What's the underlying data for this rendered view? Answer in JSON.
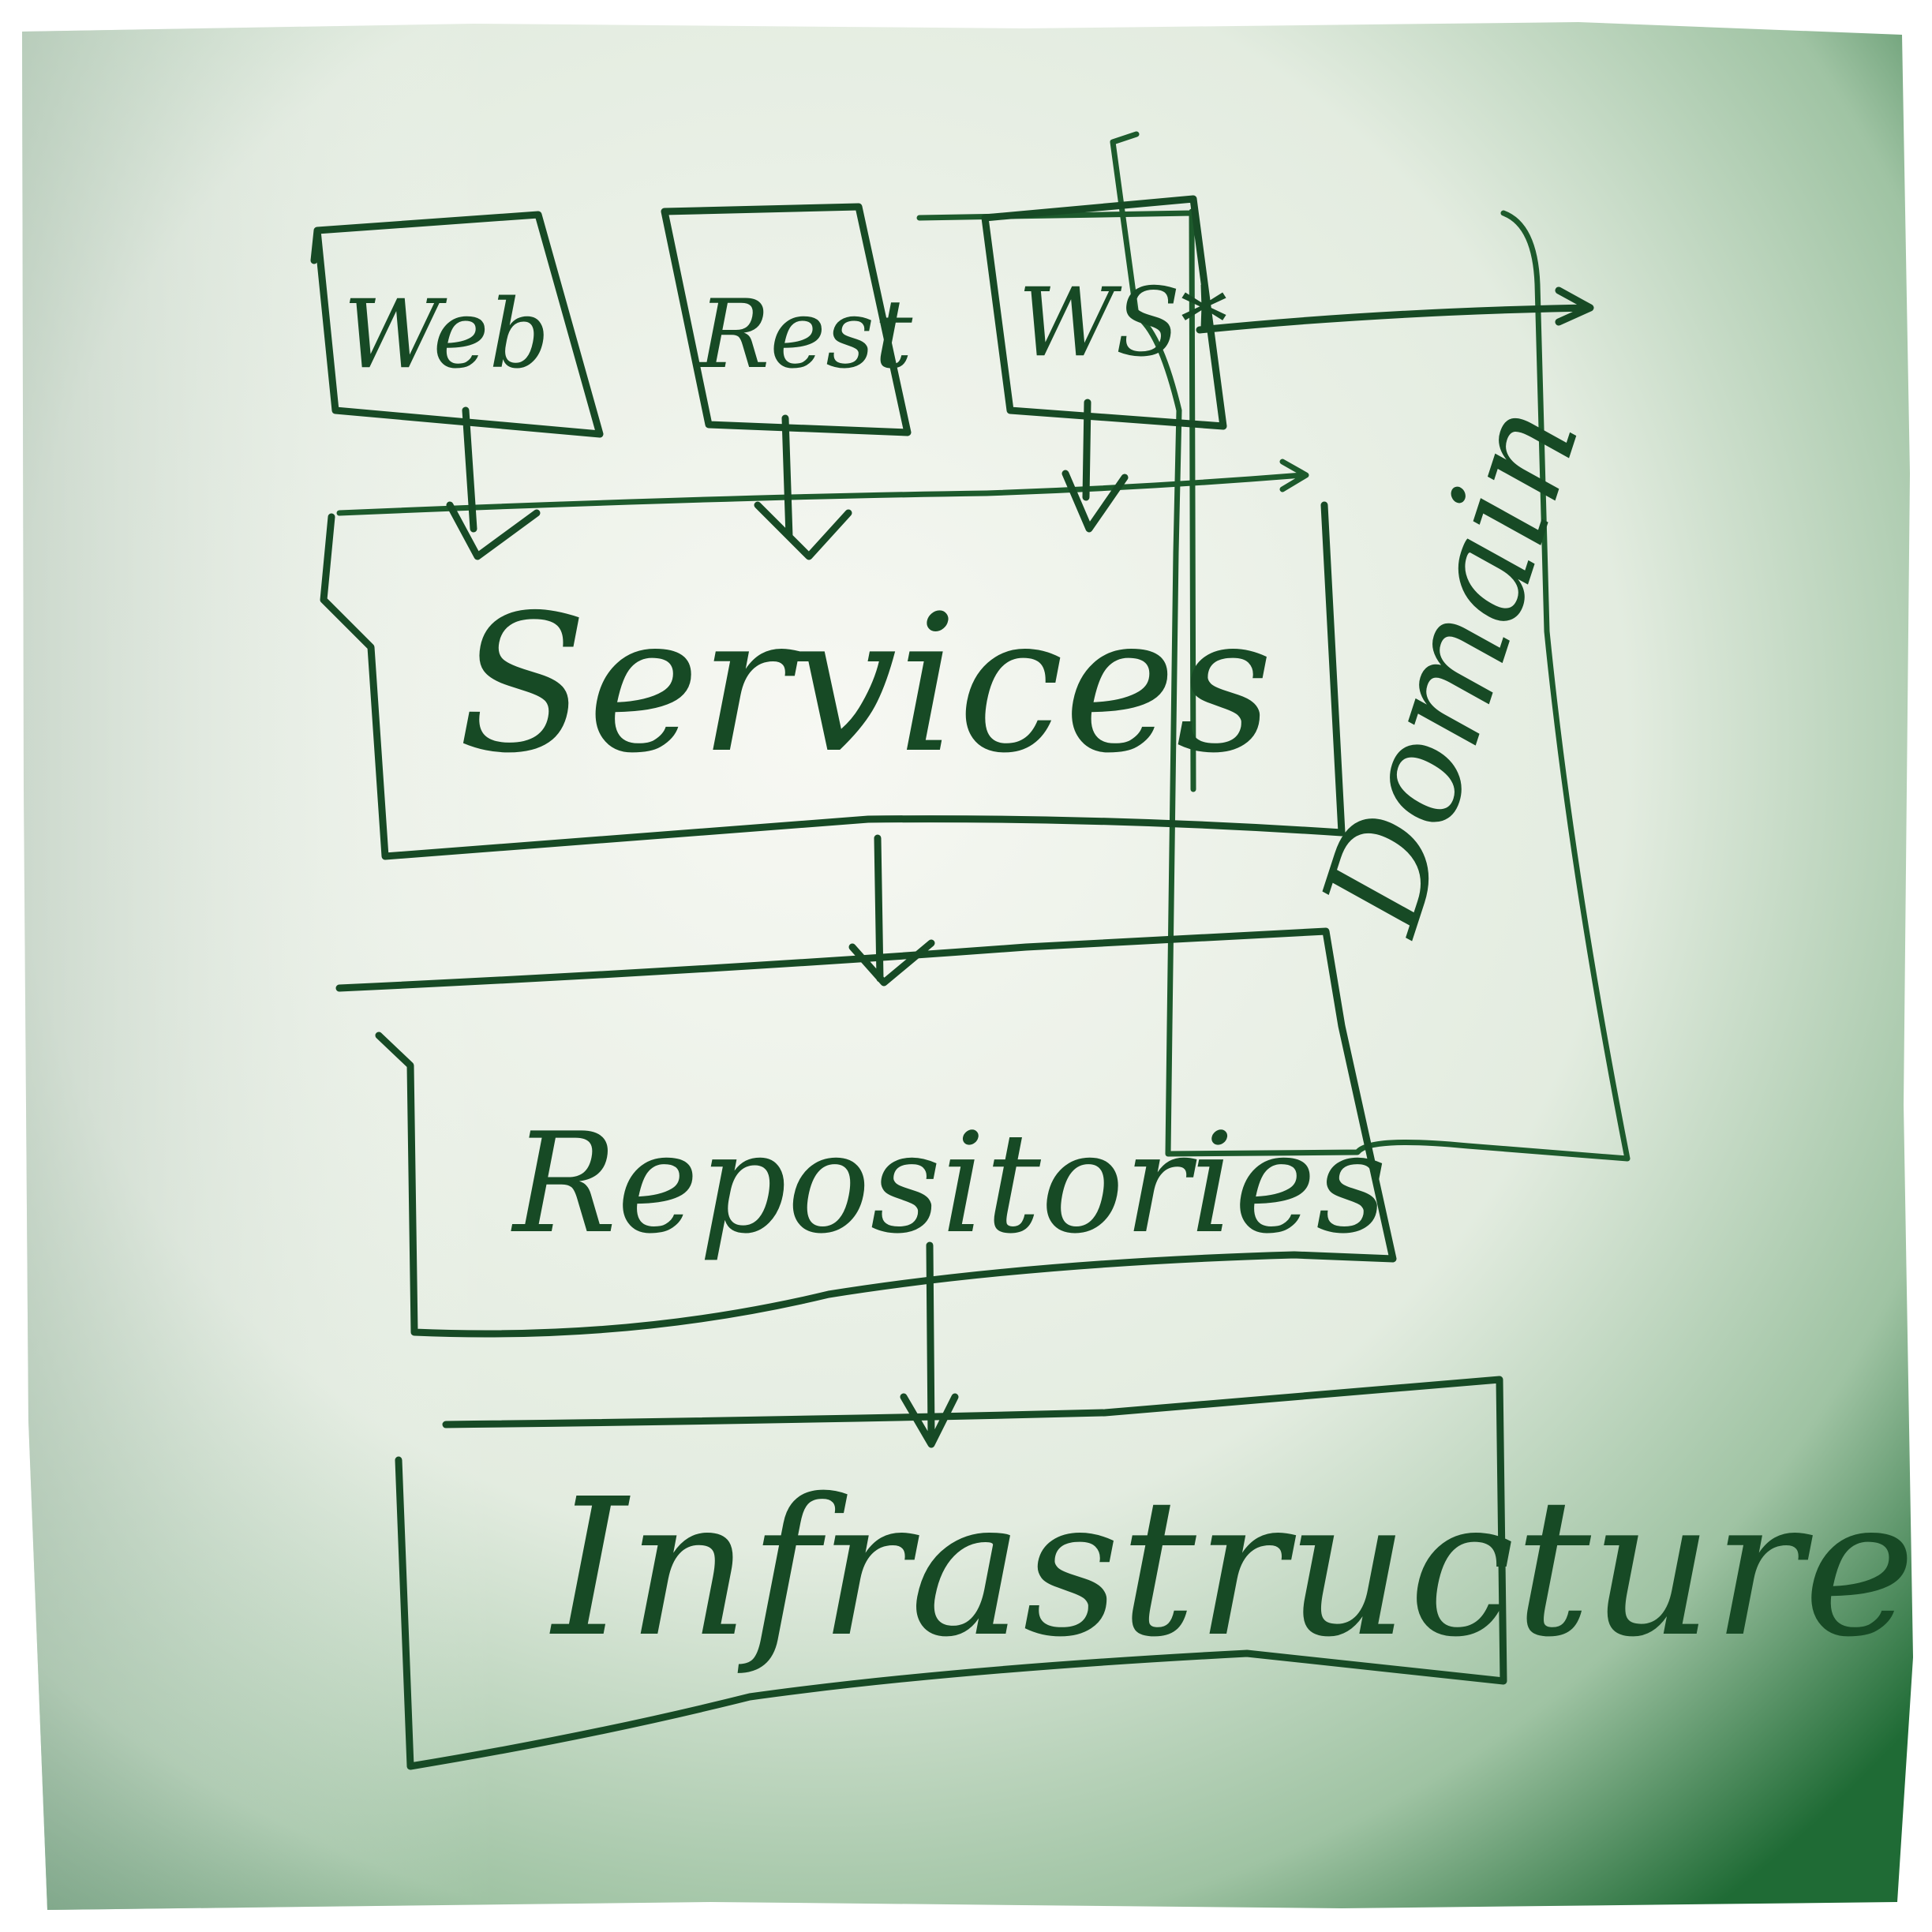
{
  "diagram": {
    "nodes": {
      "web": "Web",
      "rest": "Rest",
      "ws": "WS*",
      "services": "Services",
      "repositories": "Repositories",
      "infrastructure": "Infrastructure",
      "domain": "Domain"
    },
    "colors": {
      "ink": "#174a25",
      "paper": "#f4f6f1",
      "vignette": "#1f6b35"
    },
    "edges": [
      {
        "from": "Web",
        "to": "Services"
      },
      {
        "from": "Rest",
        "to": "Services"
      },
      {
        "from": "WS*",
        "to": "Services"
      },
      {
        "from": "Services",
        "to": "Repositories"
      },
      {
        "from": "Repositories",
        "to": "Infrastructure"
      }
    ]
  }
}
